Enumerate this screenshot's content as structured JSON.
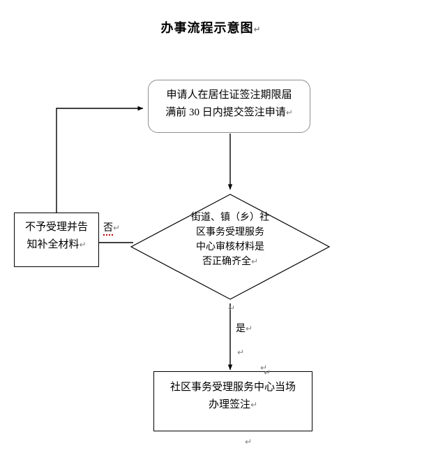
{
  "document": {
    "title": "办事流程示意图",
    "pilcrow_glyph": "↵"
  },
  "flowchart": {
    "type": "flowchart",
    "orientation": "top-to-bottom",
    "nodes": [
      {
        "id": "start",
        "shape": "rounded-rectangle",
        "text": "申请人在居住证签注期限届\n满前 30 日内提交签注申请",
        "border_color": "#8f8f8f"
      },
      {
        "id": "decision",
        "shape": "diamond",
        "text": "街道、镇（乡）社\n区事务受理服务\n中心审核材料是\n否正确齐全",
        "border_color": "#000000"
      },
      {
        "id": "reject",
        "shape": "rectangle",
        "text": "不予受理并告\n知补全材料",
        "border_color": "#000000"
      },
      {
        "id": "process",
        "shape": "rectangle",
        "text": "社区事务受理服务中心当场\n办理签注",
        "border_color": "#000000"
      }
    ],
    "edges": [
      {
        "id": "start-to-decision",
        "from": "start",
        "to": "decision",
        "label": ""
      },
      {
        "id": "decision-to-reject",
        "from": "decision",
        "to": "reject",
        "label": "否"
      },
      {
        "id": "decision-to-process",
        "from": "decision",
        "to": "process",
        "label": "是"
      },
      {
        "id": "reject-to-start",
        "from": "reject",
        "to": "start",
        "label": ""
      }
    ],
    "labels": {
      "no": "否",
      "yes": "是"
    }
  },
  "marks": {
    "title": "↵",
    "start": "↵",
    "decision": "↵",
    "reject": "↵",
    "process": "↵",
    "no": "↵",
    "yes": "↵",
    "stray_1": "↵",
    "stray_2": "↵",
    "stray_3": "↵",
    "stray_4": "↵",
    "stray_5": "↵"
  },
  "colors": {
    "page_background": "#ffffff",
    "line": "#000000",
    "rounded_border": "#8f8f8f",
    "pilcrow": "#808080",
    "spellcheck_underline": "#c00000"
  }
}
